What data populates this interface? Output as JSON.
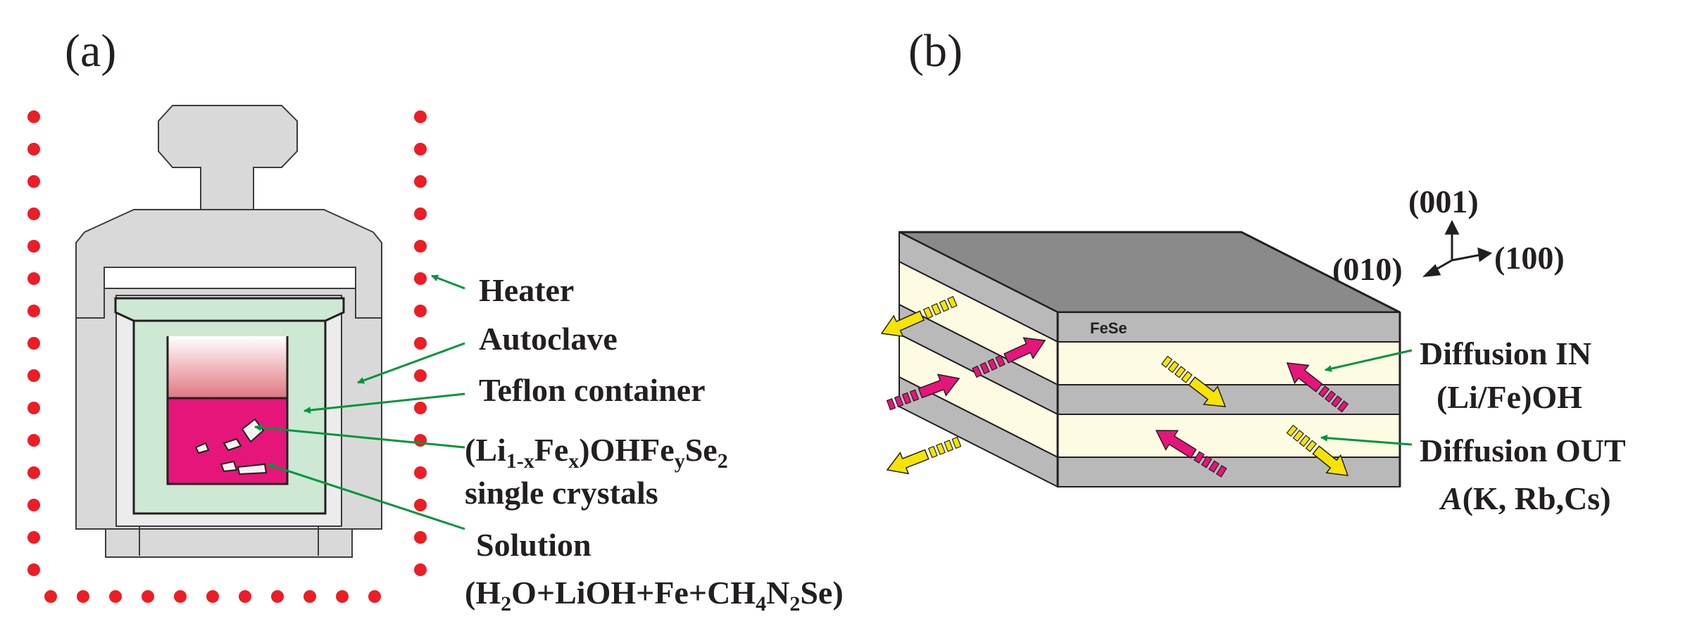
{
  "panel_a": {
    "label": "(a)",
    "heater_label": "Heater",
    "autoclave_label": "Autoclave",
    "teflon_label": "Teflon container",
    "crystals_label": {
      "line1_parts": [
        "(Li",
        "1-x",
        "Fe",
        "x",
        ")OHFe",
        "y",
        "Se",
        "2"
      ],
      "line2": "single crystals"
    },
    "solution_label": {
      "line1": "Solution",
      "line2_parts": [
        "(H",
        "2",
        "O+LiOH+Fe+CH",
        "4",
        "N",
        "2",
        "Se)"
      ]
    }
  },
  "panel_b": {
    "label": "(b)",
    "axes": {
      "z": "(001)",
      "x": "(100)",
      "y": "(010)"
    },
    "layer_label": "FeSe",
    "diffusion_in": {
      "title": "Diffusion IN",
      "species": "(Li/Fe)OH"
    },
    "diffusion_out": {
      "title": "Diffusion OUT",
      "species_prefix": "A",
      "species_rest": "(K, Rb,Cs)"
    }
  },
  "colors": {
    "heater_dot": "#ee1c25",
    "autoclave_body": "#d9d9d9",
    "teflon": "#cde8d3",
    "solution": "#e6157a",
    "pointer": "#00953b",
    "slab_gray": "#b9b9b9",
    "slab_top": "#8a8a8a",
    "slab_light": "#fefbe3",
    "arrow_in": "#e6157a",
    "arrow_out": "#f5e400"
  }
}
